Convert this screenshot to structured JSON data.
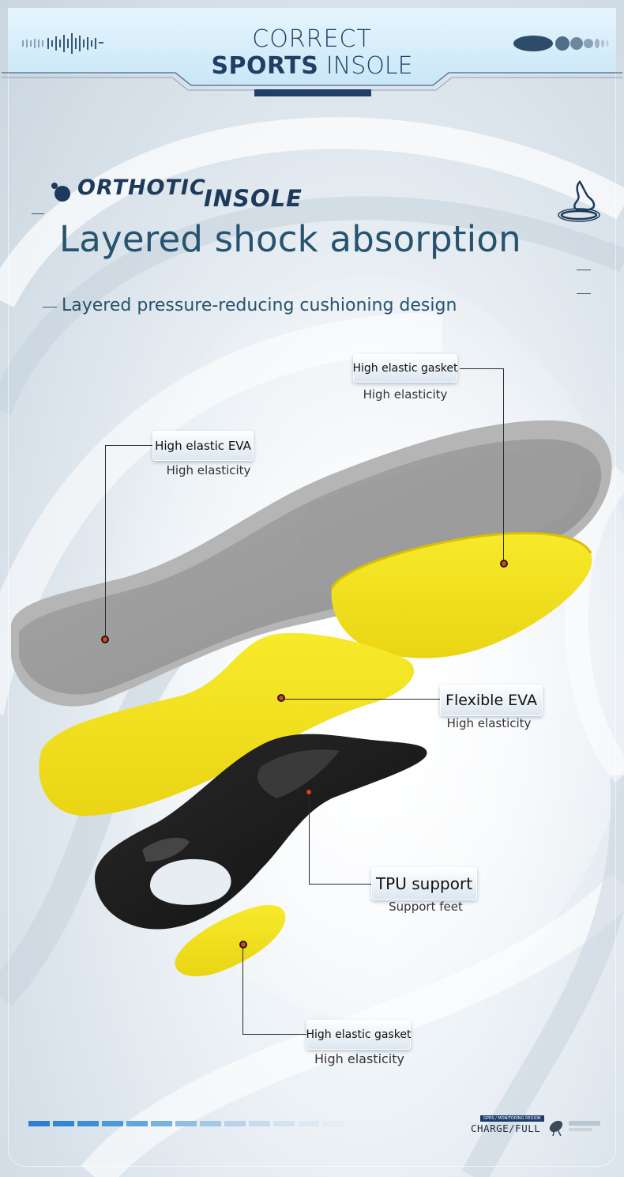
{
  "header": {
    "line1": "CORRECT",
    "line2_bold": "SPORTS",
    "line2_regular": "INSOLE"
  },
  "section": {
    "tag_part1": "ORTHOTIC",
    "tag_part2": "INSOLE",
    "title": "Layered shock absorption",
    "subtitle": "Layered pressure-reducing cushioning design"
  },
  "labels": [
    {
      "name": "High elastic gasket",
      "desc": "High elasticity"
    },
    {
      "name": "High elastic EVA",
      "desc": "High elasticity"
    },
    {
      "name": "Flexible EVA",
      "desc": "High elasticity"
    },
    {
      "name": "TPU support",
      "desc": "Support feet"
    },
    {
      "name": "High elastic gasket",
      "desc": "High elasticity"
    }
  ],
  "footer": {
    "monitor_label": "GPRS / MONITORING REGION",
    "charge_text": "CHARGE/FULL",
    "progress_segments": 13
  },
  "colors": {
    "navy": "#1f3f66",
    "teal_text": "#27536e",
    "accent_yellow": "#f2e021",
    "dot_orange": "#e0401a",
    "progress_blue": "#2a7fd0"
  }
}
